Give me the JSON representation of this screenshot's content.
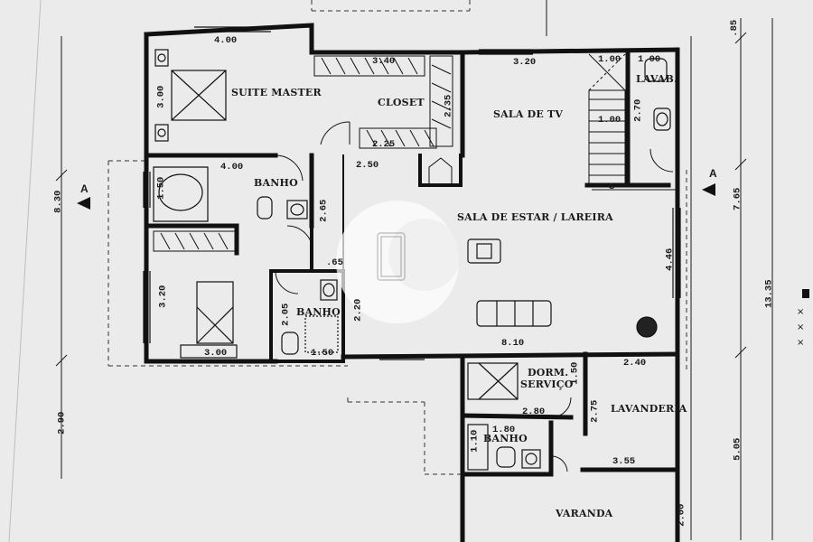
{
  "rooms": {
    "suite_master": "SUITE MASTER",
    "closet": "CLOSET",
    "sala_tv": "SALA DE TV",
    "lavabo": "LAVAB.",
    "banho_suite": "BANHO",
    "sala_estar": "SALA DE ESTAR / LAREIRA",
    "banho_social": "BANHO",
    "dorm_servico_1": "DORM.",
    "dorm_servico_2": "SERVIÇO",
    "lavanderia": "LAVANDERIA",
    "banho_servico": "BANHO",
    "varanda": "VARANDA"
  },
  "dimensions": {
    "suite_w": "4.00",
    "suite_h": "3.00",
    "closet_w": "3.40",
    "closet_h": "2.35",
    "closet_w2": "2.25",
    "hall_w": "2.50",
    "tv_w": "3.20",
    "stair_w1": "1.00",
    "stair_w2": "1.00",
    "stair_w3": "1.00",
    "lav_h": "2.70",
    "banho_suite_w": "4.00",
    "banho_suite_h": "1.50",
    "hall_h": "2.65",
    "door_w": ".65",
    "quarto_h": "3.20",
    "quarto_w": "3.00",
    "banho_soc_h": "2.05",
    "banho_soc_w": "1.50",
    "hall_h2": "2.20",
    "estar_w": "8.10",
    "estar_h": "4.46",
    "dorm_h": "1.50",
    "dorm_w": "2.80",
    "lav_w": "2.40",
    "lav_h2": "2.75",
    "banho_serv_w": "1.80",
    "banho_serv_h": "1.10",
    "lav_w2": "3.55",
    "right_top": ".85",
    "right_mid": "7.65",
    "right_total": "13.35",
    "right_low": "5.05",
    "right_bottom": "2.00",
    "left_top": "8.30",
    "left_bottom": "2.90"
  },
  "section_markers": {
    "left": "A",
    "right": "A"
  },
  "stair_mark": "S",
  "colors": {
    "background": "#ebebeb",
    "ink": "#1a1a1a",
    "watermark": "#ffffff"
  }
}
